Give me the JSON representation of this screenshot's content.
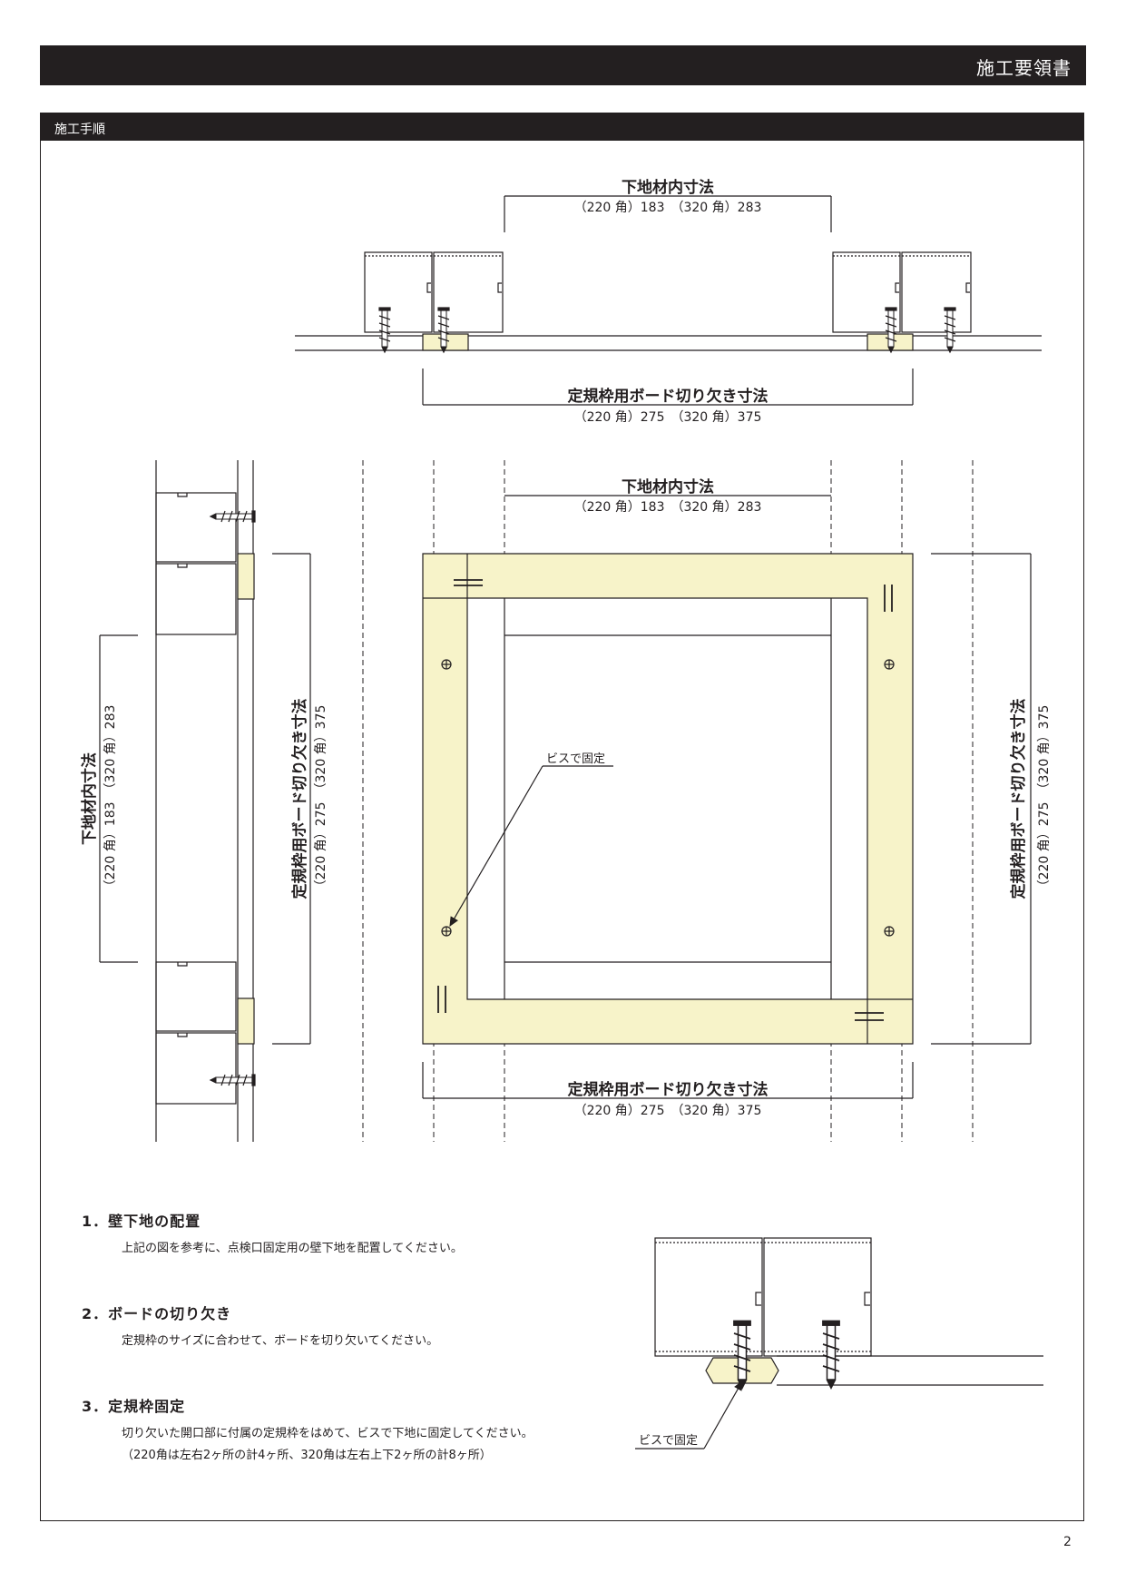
{
  "header": {
    "title": "施工要領書"
  },
  "section": {
    "title": "施工手順"
  },
  "dims": {
    "inner_label": "下地材内寸法",
    "inner_values": "（220 角）183　（320 角）283",
    "cutout_label": "定規枠用ボード切り欠き寸法",
    "cutout_values": "（220 角）275　（320 角）375",
    "screw_note": "ビスで固定"
  },
  "steps": [
    {
      "title": "1．壁下地の配置",
      "body": "上記の図を参考に、点検口固定用の壁下地を配置してください。"
    },
    {
      "title": "2．ボードの切り欠き",
      "body": "定規枠のサイズに合わせて、ボードを切り欠いてください。"
    },
    {
      "title": "3．定規枠固定",
      "body": "切り欠いた開口部に付属の定規枠をはめて、ビスで下地に固定してください。",
      "body2": "（220角は左右2ヶ所の計4ヶ所、320角は左右上下2ヶ所の計8ヶ所）"
    }
  ],
  "page_number": "2",
  "colors": {
    "frame": "#f7f3c9",
    "ink": "#231f20"
  }
}
